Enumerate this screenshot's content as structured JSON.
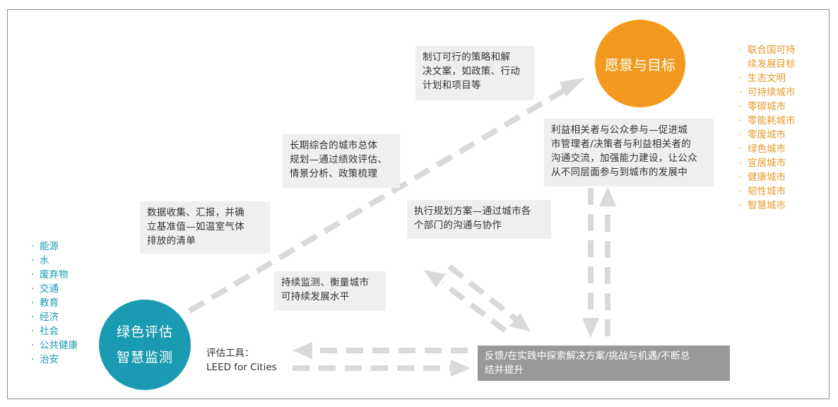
{
  "vision": {
    "label": "愿景与目标"
  },
  "assessment": {
    "line1": "绿色评估",
    "line2": "智慧监测"
  },
  "goals": {
    "items": [
      [
        "联合国可持",
        "续发展目标"
      ],
      [
        "生态文明"
      ],
      [
        "可持续城市"
      ],
      [
        "零碳城市"
      ],
      [
        "零能耗城市"
      ],
      [
        "零废城市"
      ],
      [
        "绿色城市"
      ],
      [
        "宜居城市"
      ],
      [
        "健康城市"
      ],
      [
        "韧性城市"
      ],
      [
        "智慧城市"
      ]
    ]
  },
  "sectors": {
    "items": [
      "能源",
      "水",
      "废弃物",
      "交通",
      "教育",
      "经济",
      "社会",
      "公共健康",
      "治安"
    ]
  },
  "boxes": {
    "strategy": [
      "制订可行的策略和解",
      "决文案，如政策、行动",
      "计划和项目等"
    ],
    "planning": [
      "长期综合的城市总体",
      "规划—通过绩效评估、",
      "情景分析、政策梳理"
    ],
    "data": [
      "数据收集、汇报，并确",
      "立基准值—如温室气体",
      "排放的清单"
    ],
    "monitor": [
      "持续监测、衡量城市",
      "可持续发展水平"
    ],
    "execute": [
      "执行规划方案—通过城市各",
      "个部门的沟通与协作"
    ],
    "stakeholders": [
      "利益相关者与公众参与—促进城",
      "市管理者/决策者与利益相关者的",
      "沟通交流，加强能力建设，让公众",
      "从不同层面参与到城市的发展中"
    ]
  },
  "tool": {
    "line1": "评估工具：",
    "line2": "LEED for Cities"
  },
  "feedback": {
    "line1": "反馈/在实践中探索解决方案/挑战与机遇/不断总",
    "line2": "结并提升"
  },
  "colors": {
    "orange": "#f39a1e",
    "teal": "#1a9bb1",
    "arrow": "#d9d9d9",
    "box_bg": "#efefef",
    "feedback_bg": "#999999",
    "goal_text": "#e69a2e"
  }
}
